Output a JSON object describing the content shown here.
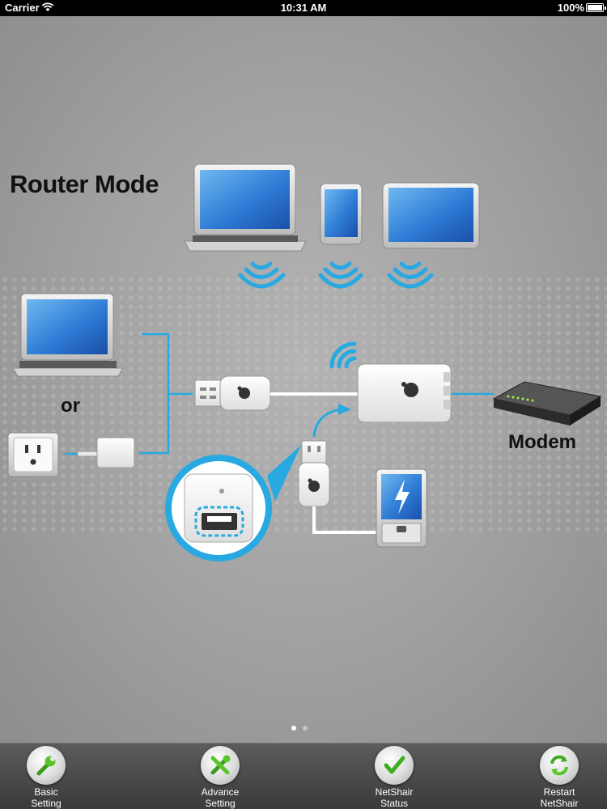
{
  "status_bar": {
    "carrier": "Carrier",
    "time": "10:31 AM",
    "battery": "100%"
  },
  "diagram": {
    "title": "Router Mode",
    "or_label": "or",
    "modem_label": "Modem",
    "accent_color": "#29a9e1"
  },
  "pager": {
    "pages": 2,
    "current": 1
  },
  "toolbar": {
    "items": [
      {
        "line1": "Basic",
        "line2": "Setting",
        "icon": "wrench-icon"
      },
      {
        "line1": "Advance",
        "line2": "Setting",
        "icon": "tools-icon"
      },
      {
        "line1": "NetShair",
        "line2": "Status",
        "icon": "checkmark-icon"
      },
      {
        "line1": "Restart",
        "line2": "NetShair",
        "icon": "restart-icon"
      }
    ]
  }
}
